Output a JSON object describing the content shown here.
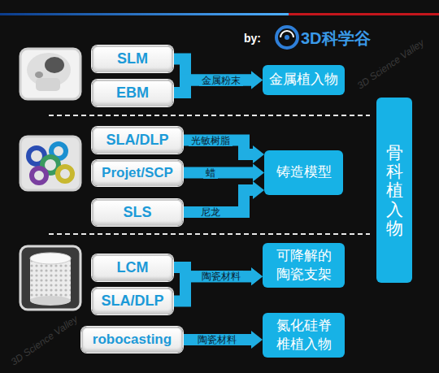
{
  "diagram": {
    "nodes": [
      {
        "text": [
          "SLM"
        ]
      },
      {
        "text": [
          "EBM"
        ]
      },
      {
        "text": [
          "金属植入物"
        ]
      },
      {
        "text": [
          "SLA/DLP"
        ]
      },
      {
        "text": [
          "Projet/SCP"
        ]
      },
      {
        "text": [
          "SLS"
        ]
      },
      {
        "text": [
          "铸造模型"
        ]
      },
      {
        "text": [
          "LCM"
        ]
      },
      {
        "text": [
          "SLA/DLP"
        ]
      },
      {
        "text": [
          "可降解的 陶瓷支架"
        ]
      },
      {
        "text": [
          "robocasting"
        ]
      },
      {
        "text": [
          "氮化硅脊 椎植入物"
        ]
      },
      {
        "text": [
          "骨科植入物"
        ]
      }
    ],
    "edges": [
      {
        "from": 0,
        "to": 2,
        "label": "金属粉末",
        "arrow": "to"
      },
      {
        "from": 1,
        "to": 2,
        "arrow": "to"
      },
      {
        "from": 3,
        "to": 6,
        "label": "光敏树脂",
        "arrow": "to"
      },
      {
        "from": 4,
        "to": 6,
        "label": "蜡",
        "arrow": "to"
      },
      {
        "from": 5,
        "to": 6,
        "label": "尼龙",
        "arrow": "to"
      },
      {
        "from": 7,
        "to": 9,
        "label": "陶瓷材料",
        "arrow": "to"
      },
      {
        "from": 8,
        "to": 9,
        "arrow": "to"
      },
      {
        "from": 10,
        "to": 11,
        "label": "陶瓷材料",
        "arrow": "to"
      }
    ],
    "labels": [
      "by:",
      "3D科学谷",
      "3D Science Valley",
      "3D Science Valley"
    ]
  }
}
